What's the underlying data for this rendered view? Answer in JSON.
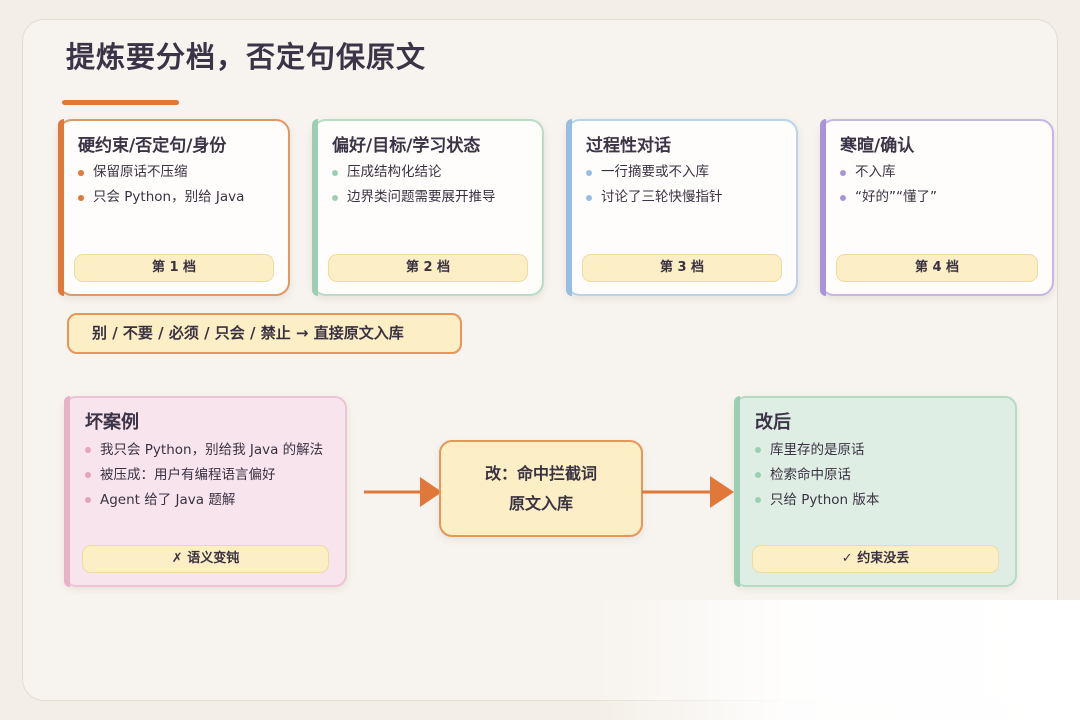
{
  "title": "提炼要分档，否定句保原文",
  "tiers": [
    {
      "heading": "硬约束/否定句/身份",
      "items": [
        "保留原话不压缩",
        "只会 Python，别给 Java"
      ],
      "badge": "第 1 档",
      "accent": "#e0783a"
    },
    {
      "heading": "偏好/目标/学习状态",
      "items": [
        "压成结构化结论",
        "边界类问题需要展开推导"
      ],
      "badge": "第 2 档",
      "accent": "#9ccfb2"
    },
    {
      "heading": "过程性对话",
      "items": [
        "一行摘要或不入库",
        "讨论了三轮快慢指针"
      ],
      "badge": "第 3 档",
      "accent": "#97bde2"
    },
    {
      "heading": "寒暄/确认",
      "items": [
        "不入库",
        "“好的”“懂了”"
      ],
      "badge": "第 4 档",
      "accent": "#a795d8"
    }
  ],
  "keyword_rule": "别 / 不要 / 必须 / 只会 / 禁止 → 直接原文入库",
  "bad_case": {
    "heading": "坏案例",
    "items": [
      "我只会 Python，别给我 Java 的解法",
      "被压成：用户有编程语言偏好",
      "Agent 给了 Java 题解"
    ],
    "verdict": "✗ 语义变钝"
  },
  "fix": {
    "line1": "改：命中拦截词",
    "line2": "原文入库"
  },
  "after": {
    "heading": "改后",
    "items": [
      "库里存的是原话",
      "检索命中原话",
      "只给 Python 版本"
    ],
    "verdict": "✓ 约束没丢"
  }
}
